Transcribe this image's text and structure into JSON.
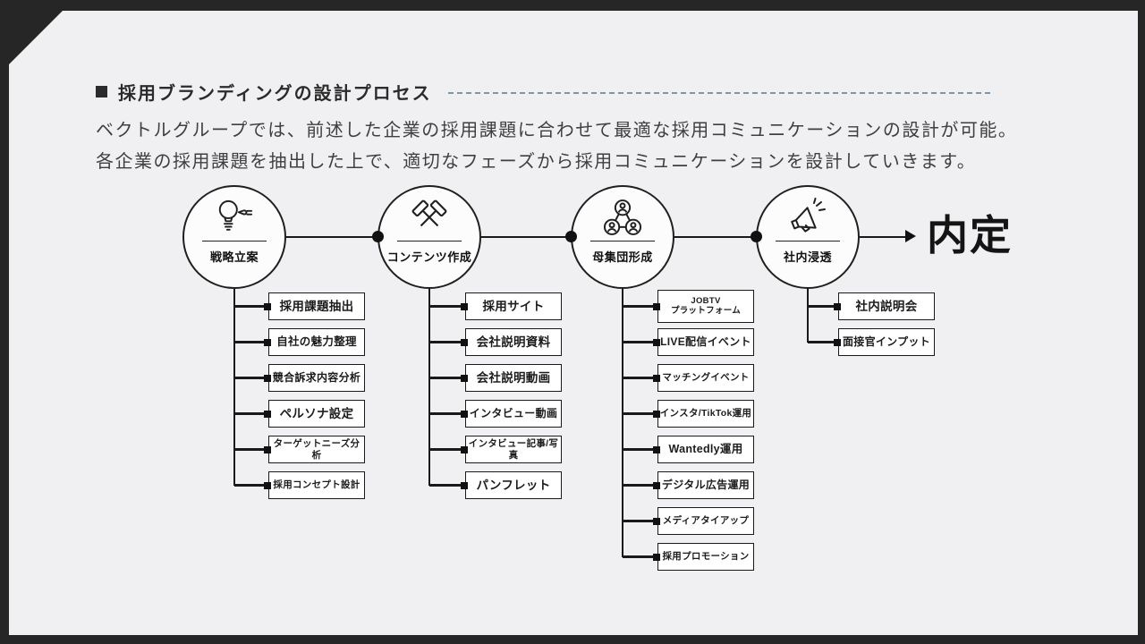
{
  "header": {
    "bullet": "■",
    "title": "採用ブランディングの設計プロセス",
    "description_lines": [
      "ベクトルグループでは、前述した企業の採用課題に合わせて最適な採用コミュニケーションの設計が可能。",
      "各企業の採用課題を抽出した上で、適切なフェーズから採用コミュニケーションを設計していきます。"
    ]
  },
  "process": {
    "result_label": "内定",
    "stages": [
      {
        "label": "戦略立案",
        "icon": "idea-bulb-icon",
        "items": [
          "採用課題抽出",
          "自社の魅力整理",
          "競合訴求内容分析",
          "ペルソナ設定",
          "ターゲットニーズ分析",
          "採用コンセプト設計"
        ]
      },
      {
        "label": "コンテンツ作成",
        "icon": "crossed-hammers-icon",
        "items": [
          "採用サイト",
          "会社説明資料",
          "会社説明動画",
          "インタビュー動画",
          "インタビュー記事/写真",
          "パンフレット"
        ]
      },
      {
        "label": "母集団形成",
        "icon": "people-network-icon",
        "items": [
          "JOBTV\nプラットフォーム",
          "LIVE配信イベント",
          "マッチングイベント",
          "インスタ/TikTok運用",
          "Wantedly運用",
          "デジタル広告運用",
          "メディアタイアップ",
          "採用プロモーション"
        ]
      },
      {
        "label": "社内浸透",
        "icon": "megaphone-icon",
        "items": [
          "社内説明会",
          "面接官インプット"
        ]
      }
    ]
  },
  "colors": {
    "frame": "#262626",
    "background": "#f0f0f2",
    "line": "#1a1a1a",
    "accent_dash": "#7c97a8"
  }
}
